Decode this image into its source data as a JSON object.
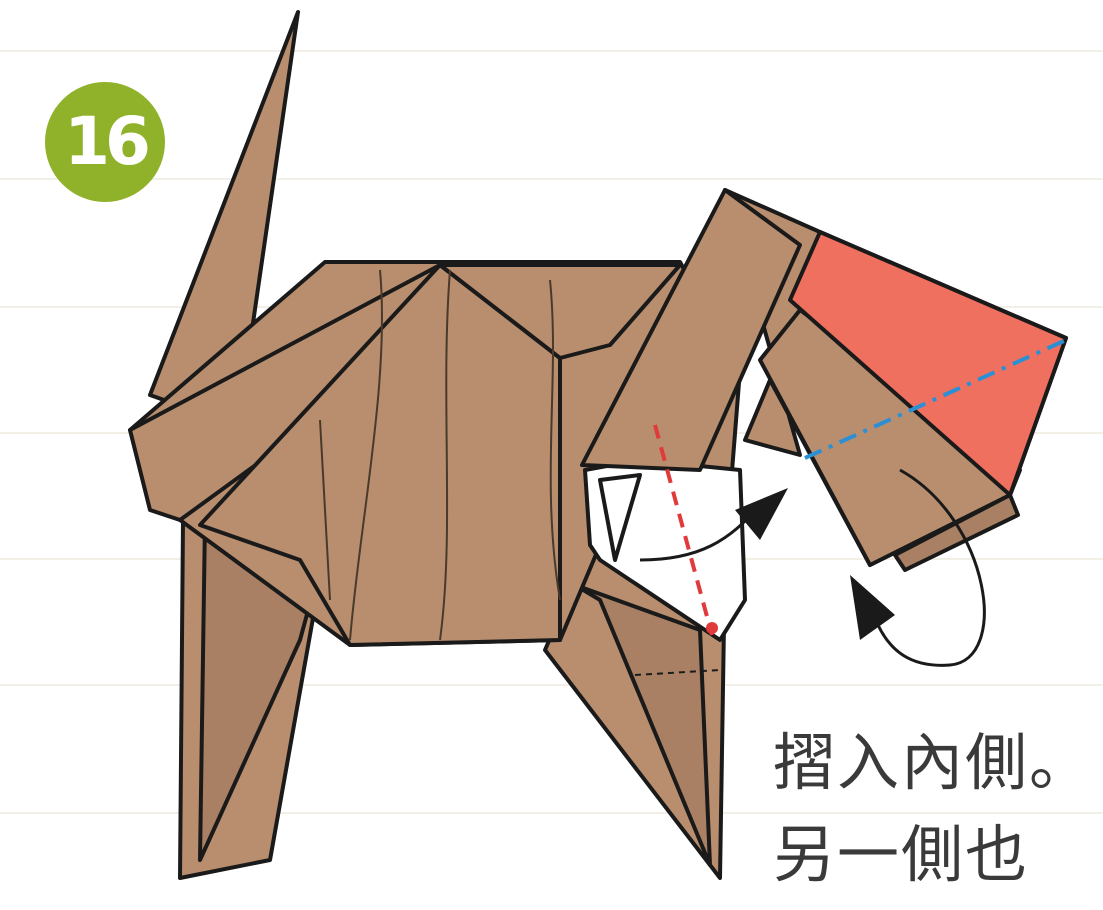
{
  "step": {
    "number": "16"
  },
  "instruction": {
    "line1": "摺入內側。",
    "line2": "另一側也"
  },
  "colors": {
    "paper": "#b88e6e",
    "paper_dark": "#9c7558",
    "nose": "#f0705f",
    "badge": "#8fb22a",
    "valley_fold": "#e03a3a",
    "mountain_fold": "#2b8fd6",
    "outline": "#1a1a1a"
  },
  "icons": [
    "fold-arrow-icon",
    "turn-arrow-icon"
  ]
}
